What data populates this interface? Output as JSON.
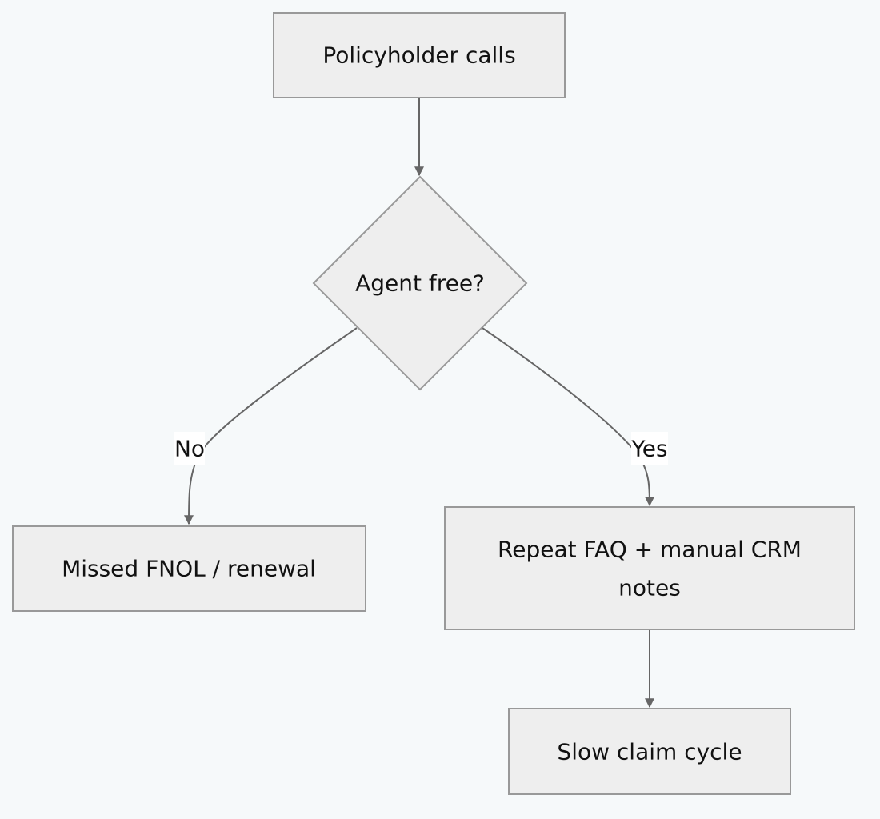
{
  "colors": {
    "background": "#f6f9fa",
    "node_fill": "#eeeeee",
    "node_stroke": "#999999",
    "edge": "#666666",
    "text": "#111111",
    "label_bg": "#ffffff"
  },
  "nodes": {
    "start": "Policyholder calls",
    "decision": "Agent free?",
    "missed": "Missed FNOL / renewal",
    "repeat_line1": "Repeat FAQ + manual CRM",
    "repeat_line2": "notes",
    "slow": "Slow claim cycle"
  },
  "edges": {
    "no_label": "No",
    "yes_label": "Yes"
  }
}
